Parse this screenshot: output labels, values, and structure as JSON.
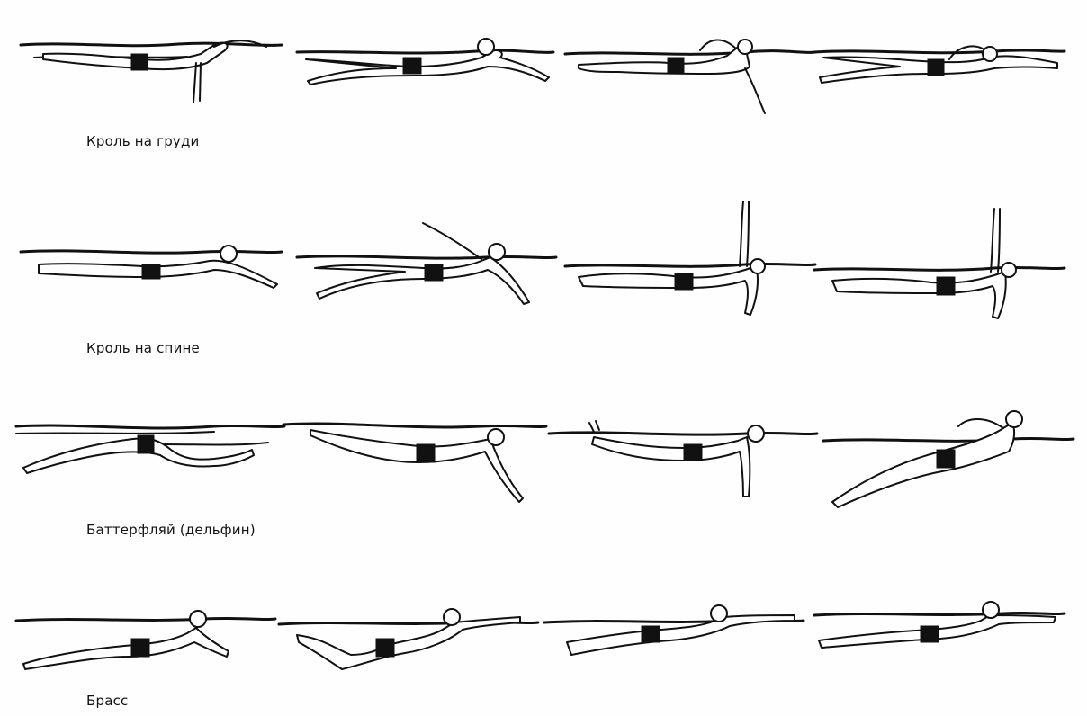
{
  "captions": {
    "front_crawl": "Кроль на груди",
    "back_crawl": "Кроль на спине",
    "butterfly": "Баттерфляй (дельфин)",
    "breaststroke": "Брасс"
  }
}
